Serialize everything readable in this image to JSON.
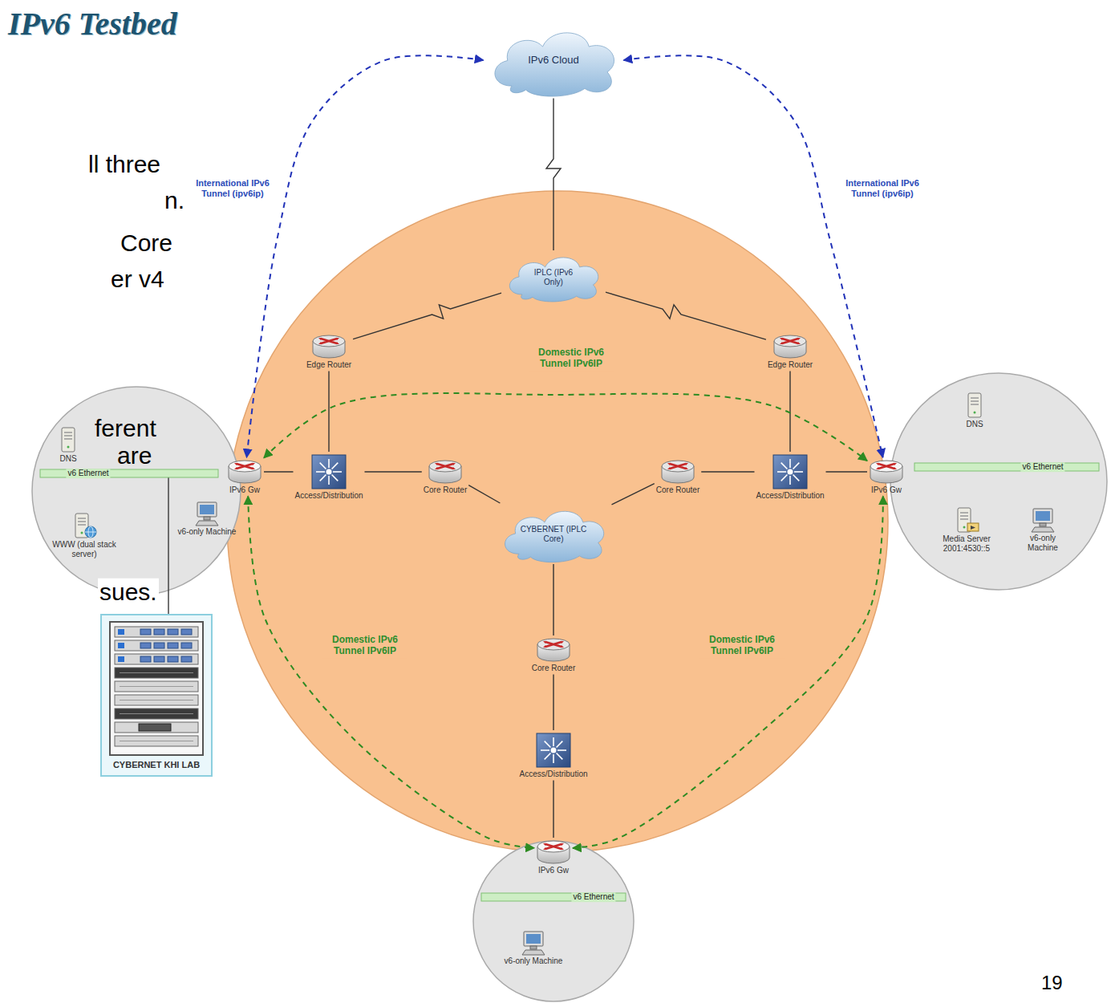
{
  "diagram": {
    "title": "IPv6 Testbed",
    "nodes": [
      {
        "text": [
          "IPv6 Cloud"
        ]
      },
      {
        "text": [
          "IPLC (IPv6 Only)"
        ]
      },
      {
        "text": [
          "Edge Router"
        ]
      },
      {
        "text": [
          "Edge Router"
        ]
      },
      {
        "text": [
          "IPv6 Gw"
        ]
      },
      {
        "text": [
          "Access/Distribution"
        ]
      },
      {
        "text": [
          "Core Router"
        ]
      },
      {
        "text": [
          "Core Router"
        ]
      },
      {
        "text": [
          "Access/Distribution"
        ]
      },
      {
        "text": [
          "IPv6 Gw"
        ]
      },
      {
        "text": [
          "CYBERNET (IPLC Core)"
        ]
      },
      {
        "text": [
          "Core Router"
        ]
      },
      {
        "text": [
          "Access/Distribution"
        ]
      },
      {
        "text": [
          "IPv6 Gw"
        ]
      },
      {
        "text": [
          "DNS"
        ]
      },
      {
        "text": [
          "v6-only Machine"
        ]
      },
      {
        "text": [
          "WWW (dual stack server)"
        ]
      },
      {
        "text": [
          "CYBERNET KHI LAB"
        ]
      },
      {
        "text": [
          "DNS"
        ]
      },
      {
        "text": [
          "Media Server 2001:4530::5"
        ]
      },
      {
        "text": [
          "v6-only Machine"
        ]
      },
      {
        "text": [
          "v6-only Machine"
        ]
      }
    ],
    "edges": [
      {
        "from": 0,
        "to": 1,
        "arrow": "none"
      },
      {
        "from": 1,
        "to": 2,
        "arrow": "none"
      },
      {
        "from": 1,
        "to": 3,
        "arrow": "none"
      },
      {
        "from": 2,
        "to": 5,
        "arrow": "none"
      },
      {
        "from": 3,
        "to": 8,
        "arrow": "none"
      },
      {
        "from": 4,
        "to": 5,
        "arrow": "none"
      },
      {
        "from": 5,
        "to": 6,
        "arrow": "none"
      },
      {
        "from": 6,
        "to": 10,
        "arrow": "none"
      },
      {
        "from": 10,
        "to": 7,
        "arrow": "none"
      },
      {
        "from": 7,
        "to": 8,
        "arrow": "none"
      },
      {
        "from": 8,
        "to": 9,
        "arrow": "none"
      },
      {
        "from": 10,
        "to": 11,
        "arrow": "none"
      },
      {
        "from": 11,
        "to": 12,
        "arrow": "none"
      },
      {
        "from": 12,
        "to": 13,
        "arrow": "none"
      },
      {
        "from": 0,
        "to": 4,
        "label": "International IPv6 Tunnel (ipv6ip)",
        "arrow": "both"
      },
      {
        "from": 0,
        "to": 9,
        "label": "International IPv6 Tunnel (ipv6ip)",
        "arrow": "both"
      },
      {
        "from": 4,
        "to": 9,
        "label": "Domestic IPv6 Tunnel IPv6IP",
        "arrow": "both"
      },
      {
        "from": 4,
        "to": 13,
        "label": "Domestic IPv6 Tunnel IPv6IP",
        "arrow": "both"
      },
      {
        "from": 9,
        "to": 13,
        "label": "Domestic IPv6 Tunnel IPv6IP",
        "arrow": "both"
      }
    ],
    "labels": [
      "ll three",
      "n.",
      "Core",
      "er v4",
      "ferent",
      "are",
      "v6 Ethernet",
      "v6 Ethernet",
      "sues.",
      "v6 Ethernet",
      "19"
    ]
  }
}
